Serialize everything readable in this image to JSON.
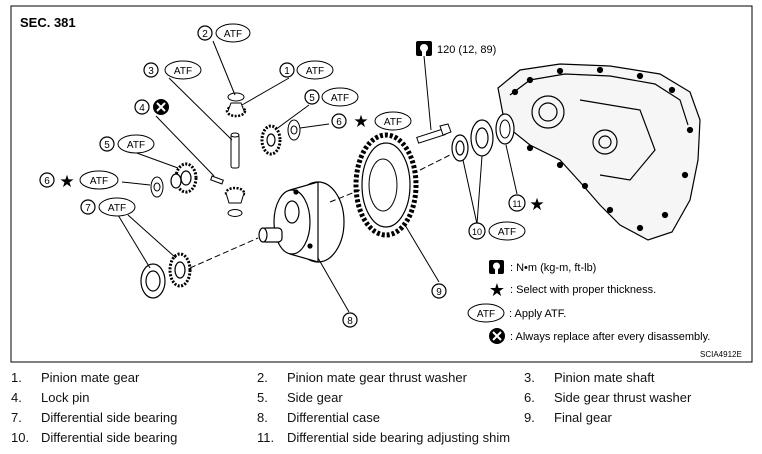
{
  "section_label": "SEC. 381",
  "atf": "ATF",
  "torque": "120 (12, 89)",
  "figure_code": "SCIA4912E",
  "callouts": [
    "1",
    "2",
    "3",
    "4",
    "5",
    "6",
    "7",
    "8",
    "9",
    "10",
    "11"
  ],
  "legend": {
    "torque_unit": ": N•m (kg-m, ft-lb)",
    "select_thickness": ": Select with proper thickness.",
    "apply_atf": ": Apply ATF.",
    "always_replace": ": Always replace after every disassembly."
  },
  "parts": [
    {
      "num": "1.",
      "name": "Pinion mate gear"
    },
    {
      "num": "2.",
      "name": "Pinion mate gear  thrust washer"
    },
    {
      "num": "3.",
      "name": "Pinion mate shaft"
    },
    {
      "num": "4.",
      "name": "Lock pin"
    },
    {
      "num": "5.",
      "name": "Side gear"
    },
    {
      "num": "6.",
      "name": "Side gear thrust washer"
    },
    {
      "num": "7.",
      "name": "Differential side bearing"
    },
    {
      "num": "8.",
      "name": "Differential case"
    },
    {
      "num": "9.",
      "name": "Final gear"
    },
    {
      "num": "10.",
      "name": "Differential side bearing"
    },
    {
      "num": "11.",
      "name": "Differential side bearing adjusting shim"
    }
  ]
}
